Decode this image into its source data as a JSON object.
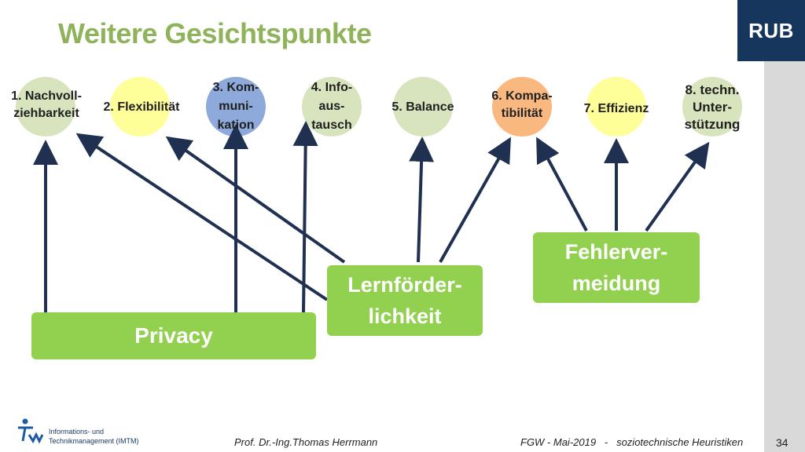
{
  "slide": {
    "title": "Weitere Gesichtspunkte",
    "logo": "RUB",
    "page_number": "34",
    "footer_author": "Prof. Dr.-Ing.Thomas Herrmann",
    "footer_event": "FGW - Mai-2019   -   soziotechnische Heuristiken",
    "imtm_line1": "Informations- und",
    "imtm_line2": "Technikmanagement (IMTM)"
  },
  "criteria": [
    {
      "label": "1. Nachvoll-\nziehbarkeit",
      "color": "#d7e4bd"
    },
    {
      "label": "2. Flexibilität",
      "color": "#ffff99"
    },
    {
      "label": "3. Kom-\nmuni-\nkation",
      "color": "#8eaadb"
    },
    {
      "label": "4. Info-\naus-\ntausch",
      "color": "#d7e4bd"
    },
    {
      "label": "5. Balance",
      "color": "#d7e4bd"
    },
    {
      "label": "6. Kompa-\ntibilität",
      "color": "#f8b87f"
    },
    {
      "label": "7. Effizienz",
      "color": "#ffff99"
    },
    {
      "label": "8. techn.\nUnter-\nstützung",
      "color": "#d7e4bd"
    }
  ],
  "aspects": {
    "privacy": "Privacy",
    "lern": "Lernförder-\nlichkeit",
    "fehler": "Fehlerver-\nmeidung"
  },
  "colors": {
    "title": "#8fb35a",
    "box": "#92d050",
    "arrow": "#1f3050",
    "logo_bg": "#17365d"
  }
}
